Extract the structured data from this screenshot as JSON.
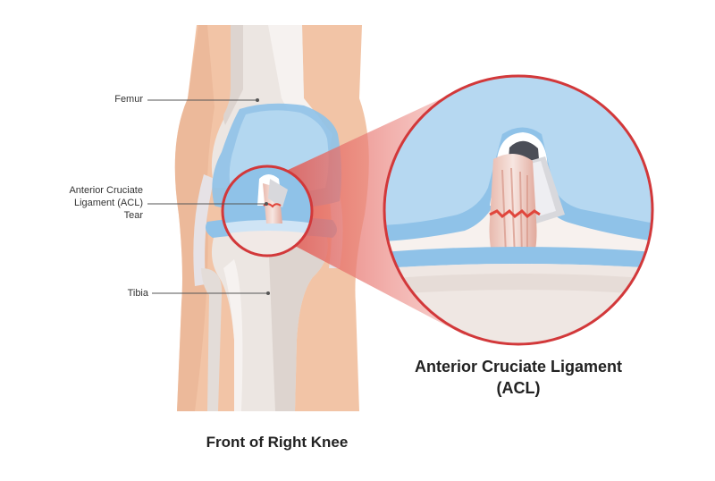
{
  "labels": {
    "femur": "Femur",
    "acl_line1": "Anterior Cruciate",
    "acl_line2": "Ligament (ACL)",
    "acl_line3": "Tear",
    "tibia": "Tibia"
  },
  "captions": {
    "zoom_title_line1": "Anterior Cruciate Ligament",
    "zoom_title_line2": "(ACL)",
    "main_title": "Front of Right Knee"
  },
  "colors": {
    "skin": "#f2c4a6",
    "skin_dark": "#e8b08f",
    "bone": "#ece6e2",
    "bone_shade": "#ddd4cf",
    "cartilage": "#8fc2e8",
    "cartilage_light": "#b6d8f1",
    "ligament": "#f1d6cf",
    "tear": "#e0463c",
    "ring": "#d2383a",
    "beam": "#e98b86",
    "leader": "#555555"
  }
}
